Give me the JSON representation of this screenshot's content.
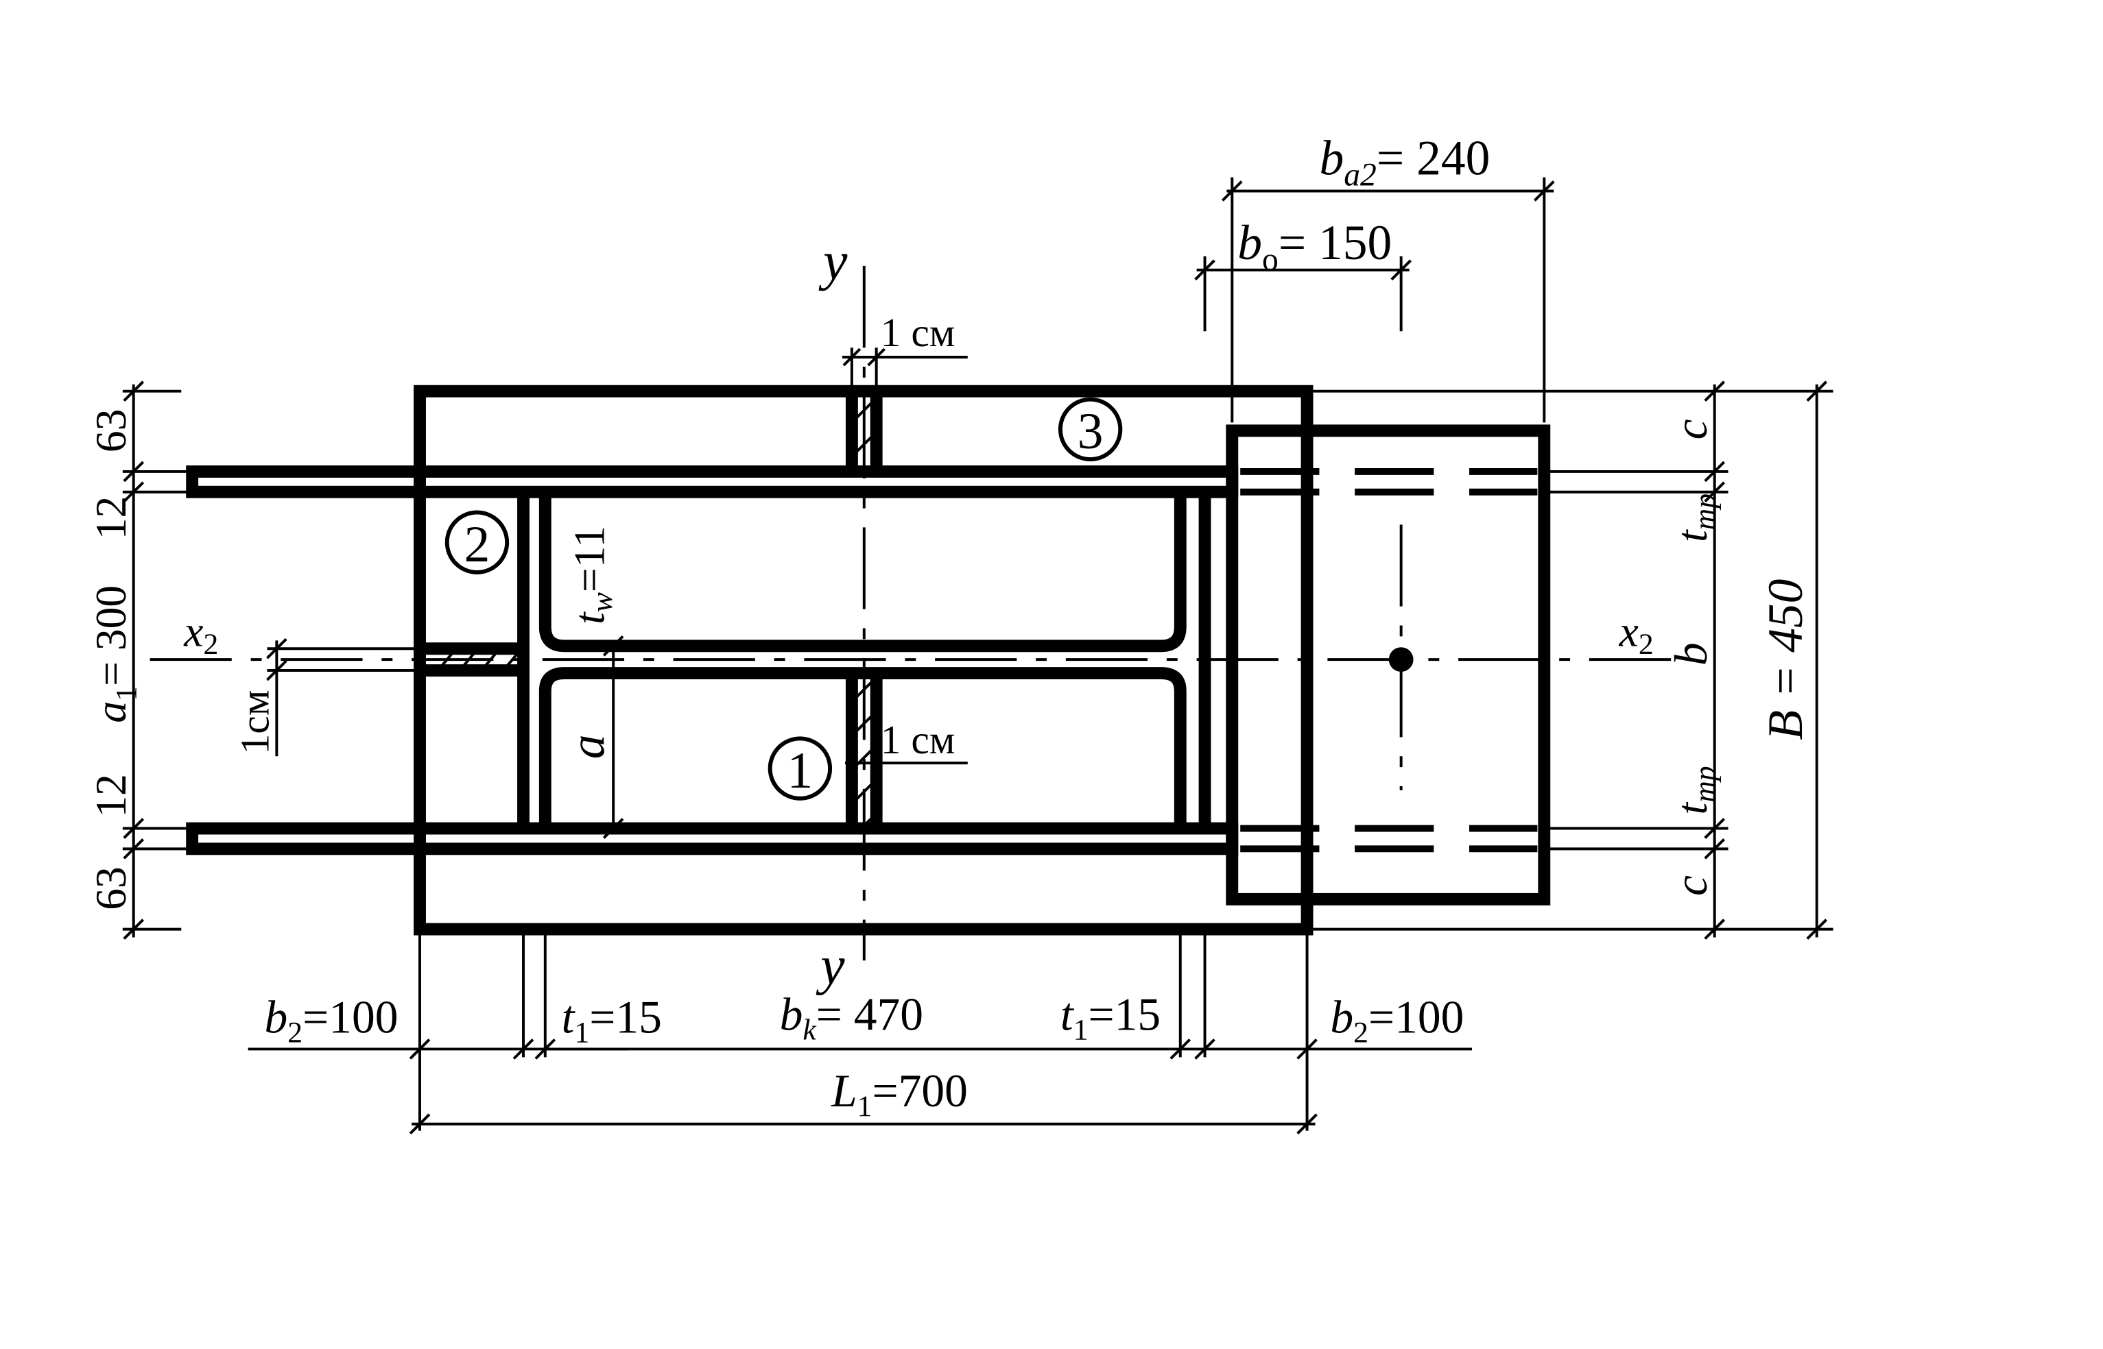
{
  "labels": {
    "y_top": "y",
    "y_bottom": "y",
    "x2_left": "x",
    "x2_left_sub": "2",
    "x2_right": "x",
    "x2_right_sub": "2",
    "cm_top": "1 см",
    "cm_mid": "1 см",
    "cm_left": "1см",
    "a": "a",
    "b": "b",
    "c_top": "c",
    "c_bottom": "c",
    "tw_sym": "t",
    "tw_sub": "w",
    "tw_val": "=11",
    "ttr_top_sym": "t",
    "ttr_top_sub": "тр",
    "ttr_bottom_sym": "t",
    "ttr_bottom_sub": "тр"
  },
  "markers": {
    "m1": "1",
    "m2": "2",
    "m3": "3"
  },
  "dims": {
    "ba2_sym": "b",
    "ba2_sub": "a2",
    "ba2_val": "= 240",
    "bo_sym": "b",
    "bo_sub": "о",
    "bo_val": "= 150",
    "left_63_top": "63",
    "left_12_top": "12",
    "a1_sym": "a",
    "a1_sub": "1",
    "a1_val": "= 300",
    "left_12_bottom": "12",
    "left_63_bottom": "63",
    "B_total": "B = 450",
    "b2_left_sym": "b",
    "b2_left_sub": "2",
    "b2_left_val": "=100",
    "t1_left_sym": "t",
    "t1_left_sub": "1",
    "t1_left_val": "=15",
    "bk_sym": "b",
    "bk_sub": "k",
    "bk_val": "= 470",
    "t1_right_sym": "t",
    "t1_right_sub": "1",
    "t1_right_val": "=15",
    "b2_right_sym": "b",
    "b2_right_sub": "2",
    "b2_right_val": "=100",
    "L1_sym": "L",
    "L1_sub": "1",
    "L1_val": "=700"
  }
}
